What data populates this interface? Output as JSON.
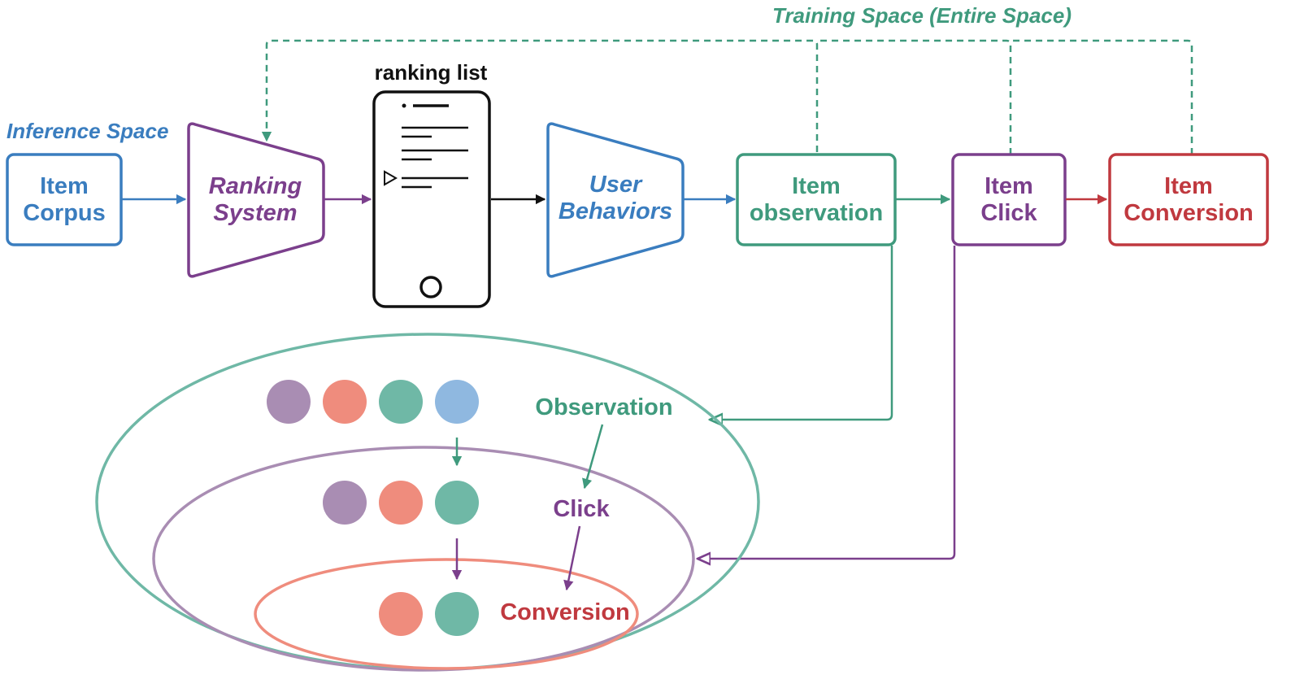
{
  "labels": {
    "training_space": "Training Space (Entire Space)",
    "inference_space": "Inference Space",
    "ranking_list": "ranking list",
    "item_corpus": [
      "Item",
      "Corpus"
    ],
    "ranking_system": [
      "Ranking",
      "System"
    ],
    "user_behaviors": [
      "User",
      "Behaviors"
    ],
    "item_observation": [
      "Item",
      "observation"
    ],
    "item_click": [
      "Item",
      "Click"
    ],
    "item_conversion": [
      "Item",
      "Conversion"
    ],
    "observation": "Observation",
    "click": "Click",
    "conversion": "Conversion"
  },
  "colors": {
    "blue": "#3a7dbf",
    "purple": "#7b3f8c",
    "green": "#3f9a7d",
    "red": "#c0393f",
    "black": "#111111",
    "dot_purple": "#a98db3",
    "dot_salmon": "#ef8c7d",
    "dot_teal": "#6fb8a6",
    "dot_blue": "#8fb8e0",
    "ellipse_green": "#6fb8a6",
    "ellipse_purple": "#a98db3",
    "ellipse_salmon": "#ef8c7d"
  },
  "icons": [
    "phone-icon",
    "play-indicator-icon"
  ]
}
